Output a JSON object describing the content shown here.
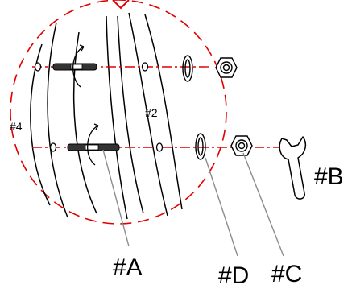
{
  "diagram": {
    "panel_labels": {
      "left": "#4",
      "right": "#2"
    },
    "callouts": {
      "a": "#A",
      "b": "#B",
      "c": "#C",
      "d": "#D"
    },
    "colors": {
      "line": "#000000",
      "detail_circle": "#e00000",
      "axis": "#e00000",
      "leader": "#8c8c8c",
      "background": "#ffffff"
    },
    "icons": [
      "bolt-icon",
      "washer-icon",
      "nut-icon",
      "wrench-icon",
      "rotation-arrow-icon"
    ]
  }
}
